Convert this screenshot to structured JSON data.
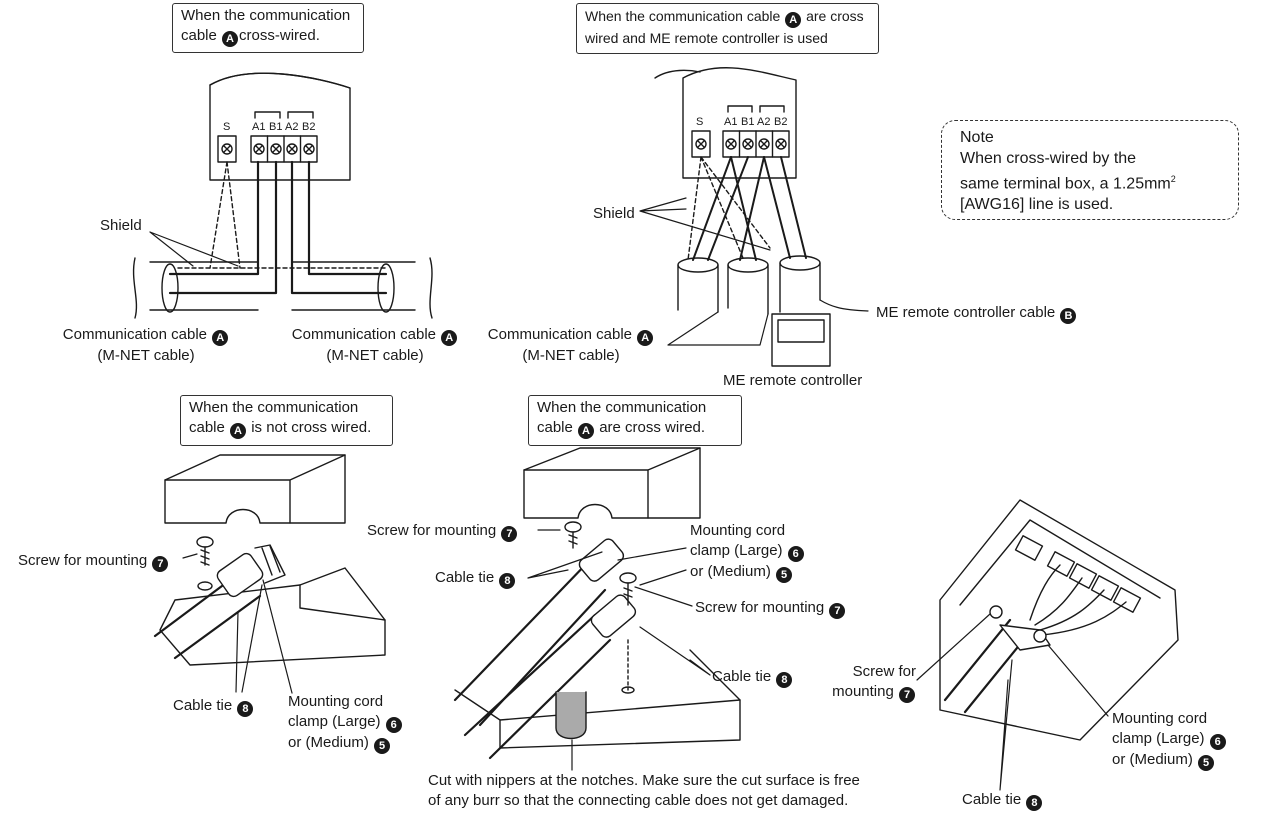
{
  "badges": {
    "A": "A",
    "B": "B",
    "five": "5",
    "six": "6",
    "seven": "7",
    "eight": "8"
  },
  "top_left": {
    "caption_line1": "When the communication",
    "caption_line2a": "cable",
    "caption_line2b": "cross-wired.",
    "terminals": [
      "S",
      "A1",
      "B1",
      "A2",
      "B2"
    ],
    "shield": "Shield",
    "cable_left_line1": "Communication cable",
    "cable_left_line2": "(M-NET cable)",
    "cable_right_line1": "Communication cable",
    "cable_right_line2": "(M-NET cable)"
  },
  "top_right": {
    "caption_line1a": "When the communication cable",
    "caption_line1b": "are cross",
    "caption_line2": "wired and ME remote controller is used",
    "terminals": [
      "S",
      "A1",
      "B1",
      "A2",
      "B2"
    ],
    "shield": "Shield",
    "cable_line1": "Communication cable",
    "cable_line2": "(M-NET cable)",
    "me_cable": "ME remote controller cable",
    "me_controller": "ME remote controller"
  },
  "note": {
    "title": "Note",
    "line1": "When cross-wired by the",
    "line2a": "same terminal box, a 1.25mm",
    "line2sup": "2",
    "line3": "[AWG16] line is used."
  },
  "bottom_left": {
    "caption_line1": "When the communication",
    "caption_line2a": "cable",
    "caption_line2b": "is not cross wired.",
    "screw": "Screw for mounting",
    "cable_tie": "Cable tie",
    "clamp_line1": "Mounting cord",
    "clamp_line2": "clamp (Large)",
    "clamp_line3": "or (Medium)"
  },
  "bottom_mid": {
    "caption_line1": "When the communication",
    "caption_line2a": "cable",
    "caption_line2b": "are cross wired.",
    "screw_top": "Screw for mounting",
    "cable_tie_top": "Cable tie",
    "clamp_line1": "Mounting cord",
    "clamp_line2": "clamp (Large)",
    "clamp_line3": "or (Medium)",
    "screw_right": "Screw for mounting",
    "cable_tie_right": "Cable tie",
    "cut_line1": "Cut with nippers at the notches. Make sure the cut surface is free",
    "cut_line2": "of any burr so that the connecting cable does not get damaged."
  },
  "bottom_right": {
    "screw_line1": "Screw for",
    "screw_line2": "mounting",
    "clamp_line1": "Mounting cord",
    "clamp_line2": "clamp (Large)",
    "clamp_line3": "or (Medium)",
    "cable_tie": "Cable tie"
  }
}
